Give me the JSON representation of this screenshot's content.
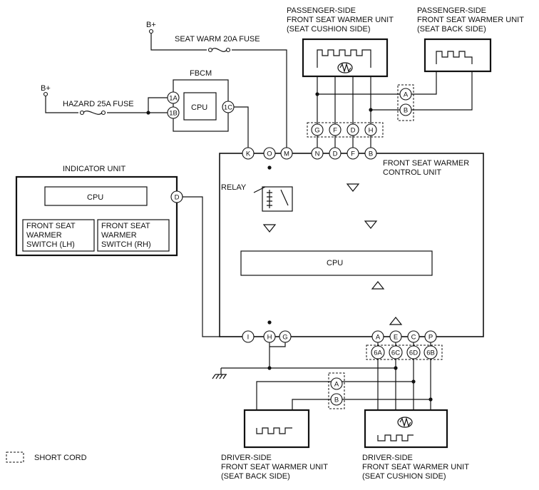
{
  "labels": {
    "b_plus_top": "B+",
    "b_plus_left": "B+",
    "seat_warm_fuse": "SEAT WARM 20A FUSE",
    "hazard_fuse": "HAZARD 25A FUSE",
    "fbcm": "FBCM",
    "fbcm_cpu": "CPU",
    "indicator_unit": "INDICATOR UNIT",
    "indicator_cpu": "CPU",
    "switch_lh": [
      "FRONT SEAT",
      "WARMER",
      "SWITCH (LH)"
    ],
    "switch_rh": [
      "FRONT SEAT",
      "WARMER",
      "SWITCH (RH)"
    ],
    "control_unit": [
      "FRONT SEAT WARMER",
      "CONTROL UNIT"
    ],
    "relay": "RELAY",
    "main_cpu": "CPU",
    "pass_cushion": [
      "PASSENGER-SIDE",
      "FRONT SEAT WARMER UNIT",
      "(SEAT CUSHION SIDE)"
    ],
    "pass_back": [
      "PASSENGER-SIDE",
      "FRONT SEAT WARMER UNIT",
      "(SEAT BACK SIDE)"
    ],
    "driver_back": [
      "DRIVER-SIDE",
      "FRONT SEAT WARMER UNIT",
      "(SEAT BACK SIDE)"
    ],
    "driver_cushion": [
      "DRIVER-SIDE",
      "FRONT SEAT WARMER UNIT",
      "(SEAT CUSHION SIDE)"
    ],
    "legend_short_cord": "SHORT CORD"
  },
  "pins": {
    "fbcm_1a": "1A",
    "fbcm_1b": "1B",
    "fbcm_1c": "1C",
    "ind_d": "D",
    "ctrl_k": "K",
    "ctrl_o": "O",
    "ctrl_m": "M",
    "ctrl_n": "N",
    "ctrl_d": "D",
    "ctrl_f": "F",
    "ctrl_b": "B",
    "ctrl_i": "I",
    "ctrl_h": "H",
    "ctrl_g": "G",
    "ctrl_a": "A",
    "ctrl_e": "E",
    "ctrl_c": "C",
    "ctrl_p": "P",
    "pc_g": "G",
    "pc_f": "F",
    "pc_d": "D",
    "pc_h": "H",
    "pb_a": "A",
    "pb_b": "B",
    "dc_6a": "6A",
    "dc_6c": "6C",
    "dc_6d": "6D",
    "dc_6b": "6B",
    "db_a": "A",
    "db_b": "B"
  }
}
